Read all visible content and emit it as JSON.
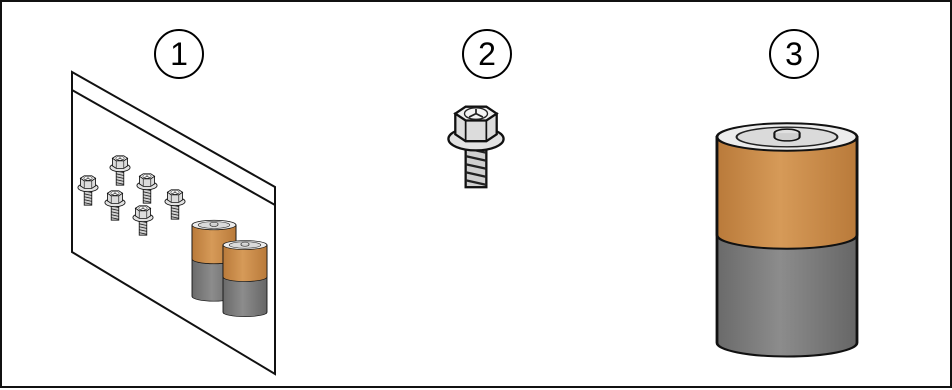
{
  "callouts": [
    "1",
    "2",
    "3"
  ],
  "parts": {
    "bag": "bag-of-parts-icon",
    "screw": "flange-hex-screw-icon",
    "battery": "d-cell-battery-icon"
  },
  "colors": {
    "outline": "#111111",
    "battery_top": "#c98d4b",
    "battery_bottom": "#7a7a7a",
    "metal": "#e6e6e6"
  },
  "counts": {
    "screws_in_bag": 6,
    "batteries_in_bag": 2
  }
}
